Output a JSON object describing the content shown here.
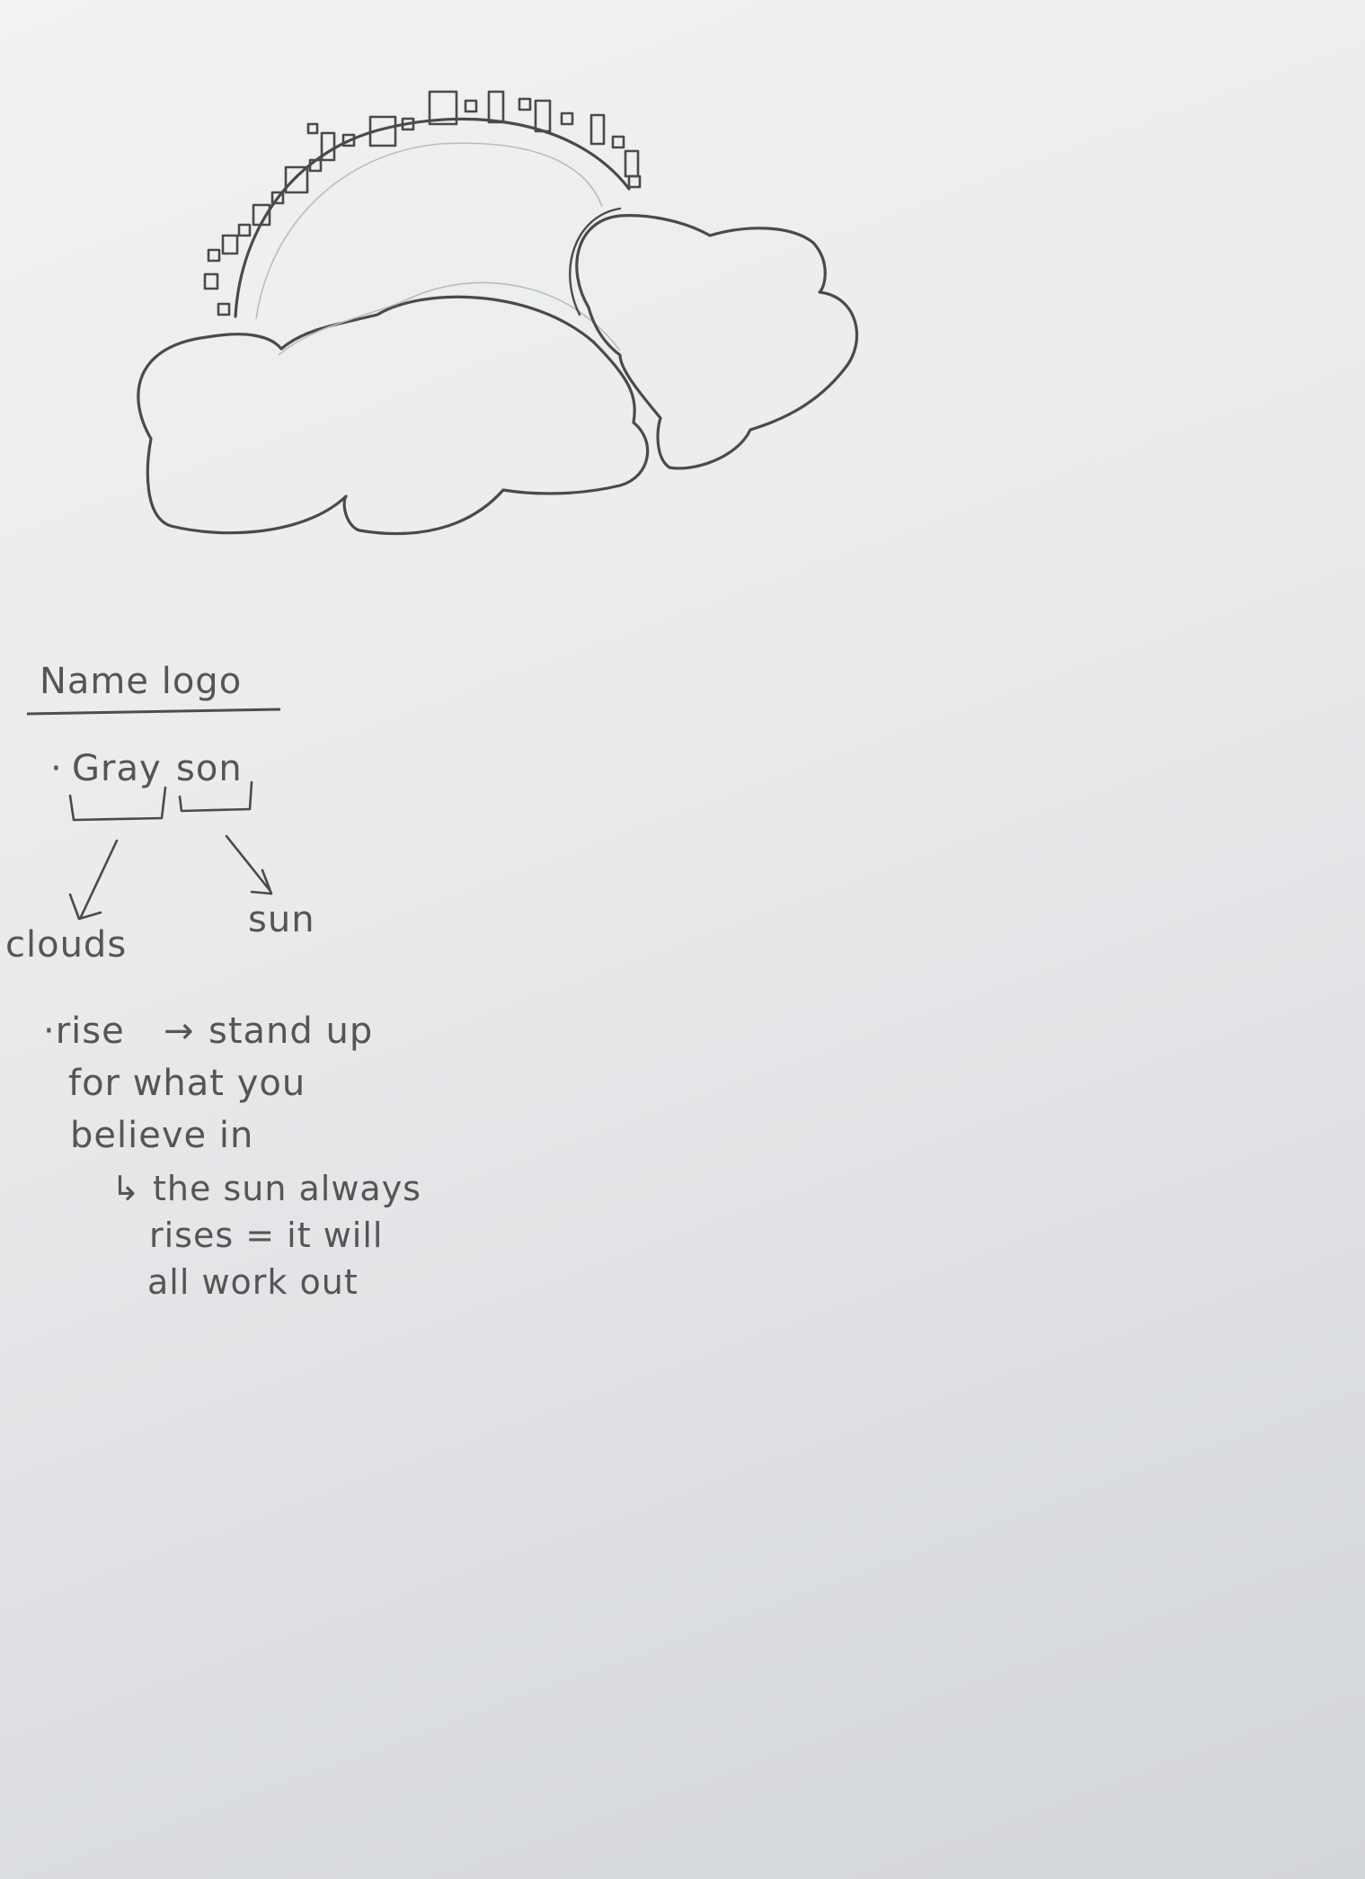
{
  "notes": {
    "heading": "Name logo",
    "name_prefix": "·",
    "name_part_1": "Gray",
    "name_part_2": "son",
    "branch_left": "clouds",
    "branch_right": "sun",
    "rise_bullet": "·rise",
    "rise_arrow": "→",
    "rise_meaning": "stand up",
    "line_2": "for what you",
    "line_3": "believe in",
    "sub_arrow": "↳",
    "sub_line_1": "the sun always",
    "sub_line_2": "rises = it will",
    "sub_line_3": "all work out"
  },
  "colors": {
    "paper": "#eceeef",
    "pencil": "#4a4a4a"
  }
}
